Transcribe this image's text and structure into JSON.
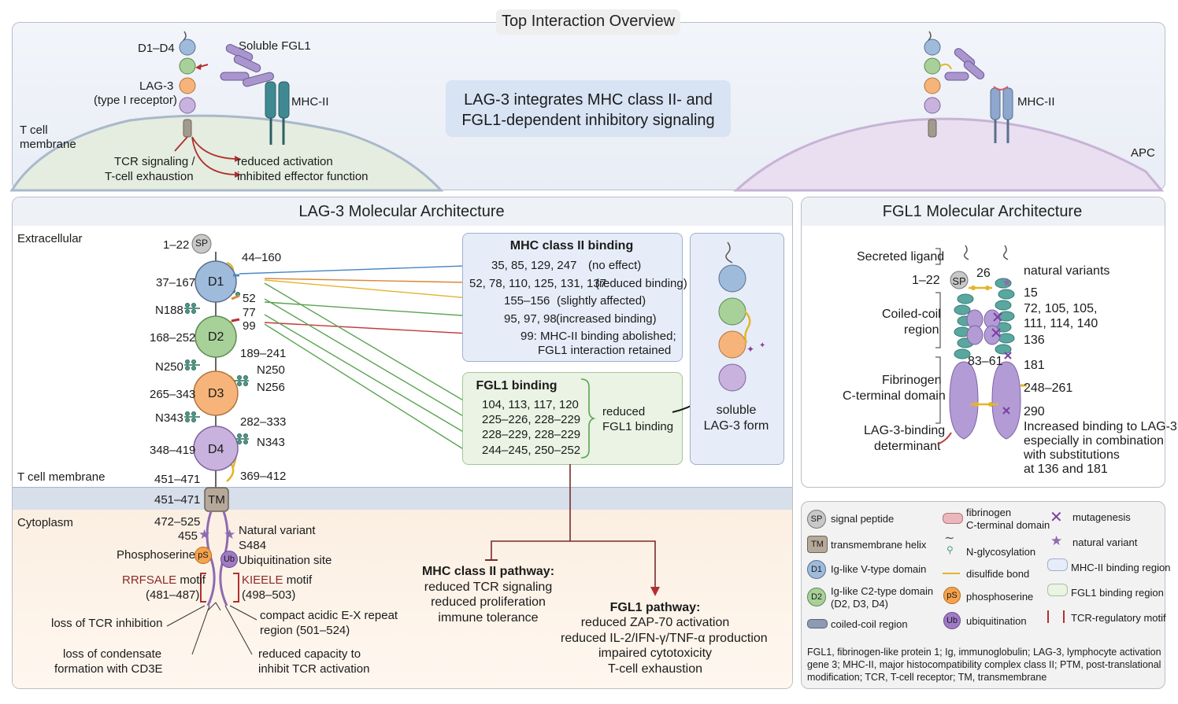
{
  "top": {
    "title": "Top Interaction Overview",
    "center_text_1": "LAG-3 integrates MHC class II- and",
    "center_text_2": "FGL1-dependent inhibitory signaling",
    "d1d4": "D1–D4",
    "lag3": "LAG-3",
    "lag3_sub": "(type I receptor)",
    "soluble_fgl1": "Soluble FGL1",
    "mhc_ii_left": "MHC-II",
    "mhc_ii_right": "MHC-II",
    "tcell_membrane_1": "T cell",
    "tcell_membrane_2": "membrane",
    "tcr_1": "TCR signaling /",
    "tcr_2": "T-cell exhaustion",
    "reduced_activation": "reduced activation",
    "inhibited_effector": "inhibited effector function",
    "apc": "APC"
  },
  "lag3": {
    "title": "LAG-3 Molecular Architecture",
    "extracellular": "Extracellular",
    "tcell_membrane": "T cell membrane",
    "cytoplasm": "Cytoplasm",
    "sp": "SP",
    "sp_range": "1–22",
    "d1": "D1",
    "d1_range": "37–167",
    "d1_ss": "44–160",
    "d2": "D2",
    "d2_range": "168–252",
    "d2_ss": "189–241",
    "d3": "D3",
    "d3_range": "265–343",
    "d3_ss": "282–333",
    "d4": "D4",
    "d4_range": "348–419",
    "d4_ss": "369–412",
    "n188": "N188",
    "n250a": "N250",
    "n250b": "N250",
    "n256": "N256",
    "n343a": "N343",
    "n343b": "N343",
    "r52": "52",
    "r77": "77",
    "r99": "99",
    "tm": "TM",
    "tm_range_a": "451–471",
    "tm_range_b": "451–471",
    "cyto_range": "472–525",
    "v455": "455",
    "natural_variant": "Natural variant",
    "s484": "S484",
    "phosphoserine": "Phosphoserine",
    "ps": "pS",
    "ub": "Ub",
    "ubiquitination": "Ubiquitination site",
    "rrfsale": "RRFSALE",
    "motif": "motif",
    "rrfsale_range": "(481–487)",
    "kieele": "KIEELE",
    "kieele_range": "(498–503)",
    "loss_tcr": "loss of TCR inhibition",
    "loss_cond_1": "loss of condensate",
    "loss_cond_2": "formation with CD3E",
    "acidic_1": "compact acidic E-X repeat",
    "acidic_2": "region (501–524)",
    "reduced_cap_1": "reduced capacity to",
    "reduced_cap_2": "inhibit TCR activation"
  },
  "mhc_binding": {
    "title": "MHC class II binding",
    "rows": [
      {
        "res": "35, 85, 129, 247",
        "effect": "(no effect)",
        "color": "#4a86c5"
      },
      {
        "res": "52, 78, 110, 125, 131, 137",
        "effect": "(reduced binding)",
        "color": "#d9883a"
      },
      {
        "res": "155–156",
        "effect": "(slightly affected)",
        "color": "#e3b52a"
      },
      {
        "res": "95, 97, 98",
        "effect": "(increased binding)",
        "color": "#5aa452"
      },
      {
        "res": "99: MHC-II binding abolished;",
        "effect": "",
        "color": "#c23b3b"
      }
    ],
    "last_line": "FGL1 interaction retained"
  },
  "fgl1_binding": {
    "title": "FGL1 binding",
    "rows": [
      "104, 113, 117, 120",
      "225–226, 228–229",
      "228–229, 228–229",
      "244–245, 250–252"
    ],
    "reduced_1": "reduced",
    "reduced_2": "FGL1 binding"
  },
  "soluble": {
    "line1": "soluble",
    "line2": "LAG-3 form"
  },
  "pathways": {
    "mhc_title": "MHC class II pathway:",
    "mhc_lines": [
      "reduced TCR signaling",
      "reduced proliferation",
      "immune tolerance"
    ],
    "fgl1_title": "FGL1 pathway:",
    "fgl1_lines": [
      "reduced ZAP-70 activation",
      "reduced IL-2/IFN-γ/TNF-α production",
      "impaired cytotoxicity",
      "T-cell exhaustion"
    ]
  },
  "fgl1": {
    "title": "FGL1 Molecular Architecture",
    "secreted": "Secreted ligand",
    "sp_range": "1–22",
    "sp": "SP",
    "n26": "26",
    "coiled_1": "Coiled-coil",
    "coiled_2": "region",
    "fib_1": "Fibrinogen",
    "fib_2": "C-terminal domain",
    "det_1": "LAG-3-binding",
    "det_2": "determinant",
    "natural_variants": "natural variants",
    "v15": "15",
    "v72": "72, 105, 105,",
    "v111": "111, 114, 140",
    "v136": "136",
    "v181": "181",
    "v83": "83–61",
    "v248": "248–261",
    "v290": "290",
    "inc_1": "Increased binding to LAG-3,",
    "inc_2": "especially in combination",
    "inc_3": "with substitutions",
    "inc_4": "at 136 and 181"
  },
  "legend": {
    "sp": "SP",
    "signal_peptide": "signal peptide",
    "tm": "TM",
    "tm_helix": "transmembrane helix",
    "d1": "D1",
    "ig_v": "Ig-like V-type domain",
    "d2": "D2",
    "ig_c2_1": "Ig-like C2-type domain",
    "ig_c2_2": "(D2, D3, D4)",
    "coiled": "coiled-coil region",
    "fib_1": "fibrinogen",
    "fib_2": "C-terminal domain",
    "nglyc": "N-glycosylation",
    "disulfide": "disulfide bond",
    "ps": "pS",
    "phosphoserine": "phosphoserine",
    "ub": "Ub",
    "ubiquitination": "ubiquitination",
    "mutagenesis": "mutagenesis",
    "natural_variant": "natural variant",
    "mhc_region": "MHC-II binding region",
    "fgl1_region": "FGL1 binding region",
    "tcr_motif": "TCR-regulatory motif",
    "footnote_1": "FGL1, fibrinogen-like protein 1; Ig, immunoglobulin; LAG-3, lymphocyte activation",
    "footnote_2": "gene 3; MHC-II, major histocompatibility complex class II; PTM, post-translational",
    "footnote_3": "modification; TCR, T-cell receptor; TM, transmembrane"
  }
}
